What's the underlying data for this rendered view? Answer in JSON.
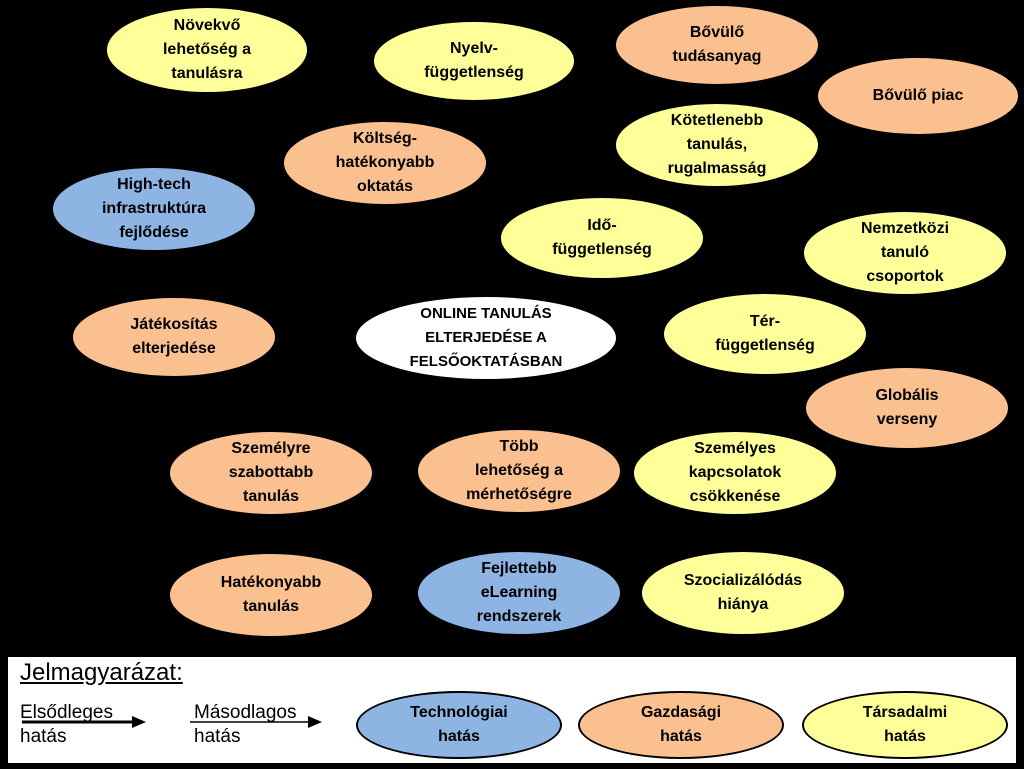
{
  "nodes": {
    "novekvo": "Növekvő\nlehetőség a\ntanulásra",
    "nyelv": "Nyelv-\nfüggetlenség",
    "bovulo_tudas": "Bővülő\ntudásanyag",
    "bovulo_piac": "Bővülő piac",
    "kotetlen": "Kötetlenebb\ntanulás,\nrugalmasság",
    "koltseg": "Költség-\nhatékonyabb\noktatás",
    "hightech": "High-tech\ninfrastruktúra\nfejlődése",
    "ido": "Idő-\nfüggetlenség",
    "nemzetkozi": "Nemzetközi\ntanuló\ncsoportok",
    "jatek": "Játékosítás\nelterjedése",
    "center": "ONLINE TANULÁS\nELTERJEDÉSE A\nFELSŐOKTATÁSBAN",
    "ter": "Tér-\nfüggetlenség",
    "globalis": "Globális\nverseny",
    "szemelyre": "Személyre\nszabottabb\ntanulás",
    "tobb": "Több\nlehetőség a\nmérhetőségre",
    "szemelyes": "Személyes\nkapcsolatok\ncsökkenése",
    "hatekonyabb": "Hatékonyabb\ntanulás",
    "fejlettebb": "Fejlettebb\neLearning\nrendszerek",
    "szocial": "Szocializálódás\nhiánya"
  },
  "legend": {
    "title": "Jelmagyarázat:",
    "primary": "Elsődleges\nhatás",
    "secondary": "Másodlagos\nhatás",
    "tech": "Technológiai\nhatás",
    "econ": "Gazdasági\nhatás",
    "soc": "Társadalmi\nhatás"
  },
  "colors": {
    "technology": "#8EB4E3",
    "economic": "#FAC090",
    "social": "#FFFF99",
    "background": "#000000"
  }
}
